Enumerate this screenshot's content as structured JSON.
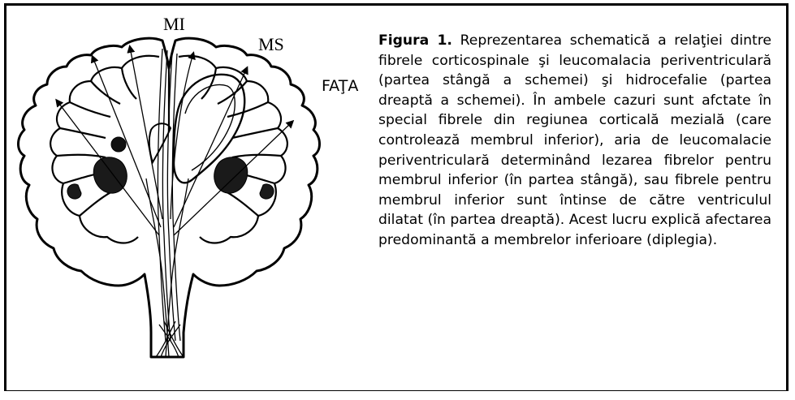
{
  "labels": {
    "mi": "MI",
    "ms": "MS",
    "fata": "FAŢA"
  },
  "caption": {
    "bold": "Figura 1.",
    "text": " Reprezentarea schematică a relaţiei dintre fibrele corticospinale şi leucomalacia periventriculară (partea stângă a schemei) şi hidrocefalie (partea dreaptă a schemei). În ambele cazuri sunt afctate în special fibrele din regiunea corticală mezială (care controlează membrul inferior), aria de leucomalacie periventriculară determinând lezarea fibrelor pentru membrul inferior (în partea stângă), sau fibrele pentru membrul inferior sunt întinse de către ventriculul dilatat (în partea dreaptă). Acest lucru explică afectarea predominantă a membrelor inferioare (diplegia)."
  }
}
